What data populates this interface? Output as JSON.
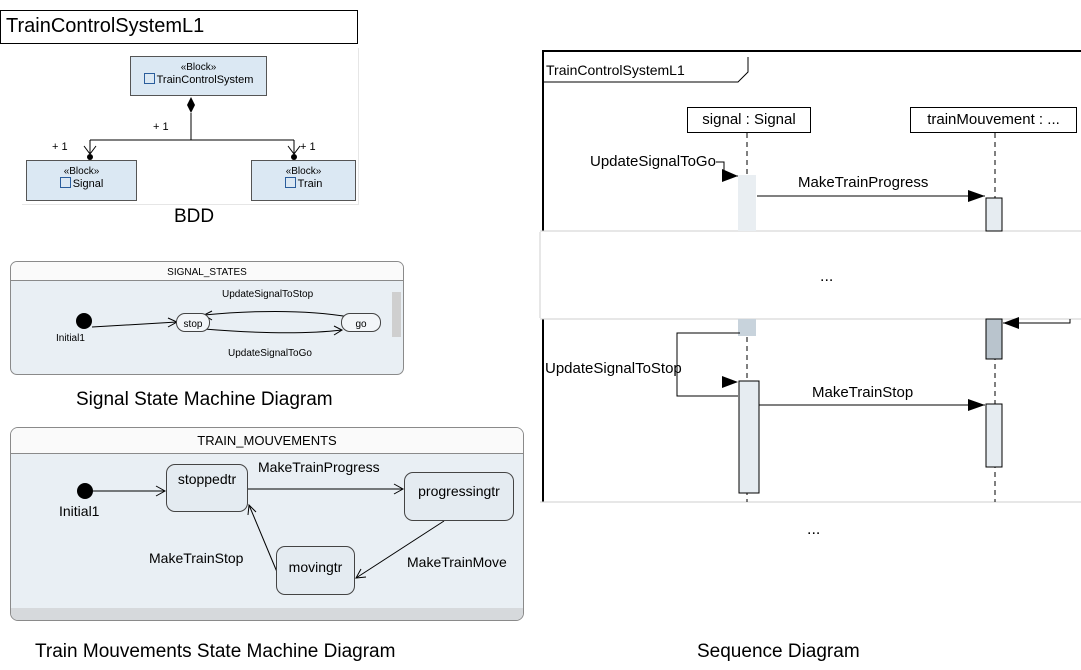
{
  "header": {
    "title": "TrainControlSystemL1"
  },
  "bdd": {
    "root_stereotype": "«Block»",
    "root_name": "TrainControlSystem",
    "mult_root": "+ 1",
    "left_stereotype": "«Block»",
    "left_name": "Signal",
    "left_mult": "+ 1",
    "right_stereotype": "«Block»",
    "right_name": "Train",
    "right_mult": "+ 1",
    "caption": "BDD"
  },
  "signal_sm": {
    "title": "SIGNAL_STATES",
    "initial_label": "Initial1",
    "state_stop": "stop",
    "state_go": "go",
    "trans_to_stop": "UpdateSignalToStop",
    "trans_to_go": "UpdateSignalToGo",
    "caption": "Signal State Machine Diagram"
  },
  "train_sm": {
    "title": "TRAIN_MOUVEMENTS",
    "initial_label": "Initial1",
    "state_stopped": "stoppedtr",
    "state_progressing": "progressingtr",
    "state_moving": "movingtr",
    "trans_progress": "MakeTrainProgress",
    "trans_move": "MakeTrainMove",
    "trans_stop": "MakeTrainStop",
    "caption": "Train Mouvements State Machine Diagram"
  },
  "sequence": {
    "frame_label": "TrainControlSystemL1",
    "lifeline_signal": "signal : Signal",
    "lifeline_train": "trainMouvement : ...",
    "msg_update_go": "UpdateSignalToGo",
    "msg_progress": "MakeTrainProgress",
    "gap_1": "...",
    "msg_update_stop": "UpdateSignalToStop",
    "msg_stop": "MakeTrainStop",
    "gap_2": "...",
    "caption": "Sequence Diagram"
  },
  "colors": {
    "block_fill": "#dbe8f3",
    "state_fill": "#e4ebf1",
    "activation_fill": "#dfe7ee",
    "frame_border": "#000000"
  }
}
